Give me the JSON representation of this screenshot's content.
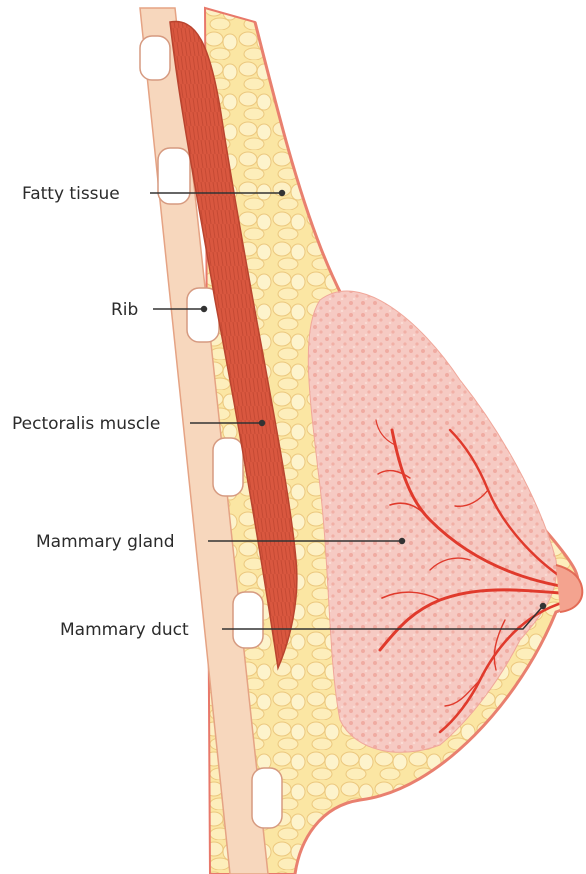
{
  "labels": {
    "fatty_tissue": "Fatty tissue",
    "rib": "Rib",
    "pectoralis_muscle": "Pectoralis muscle",
    "mammary_gland": "Mammary gland",
    "mammary_duct": "Mammary duct"
  },
  "colors": {
    "fat": "#fbe7a6",
    "fat_outline": "#ecc47a",
    "skin_outline": "#e8786a",
    "muscle": "#d9573f",
    "rib_band": "#f7d6bd",
    "gland": "#f6c9c4",
    "duct": "#e03a2c",
    "leader": "#333333"
  }
}
